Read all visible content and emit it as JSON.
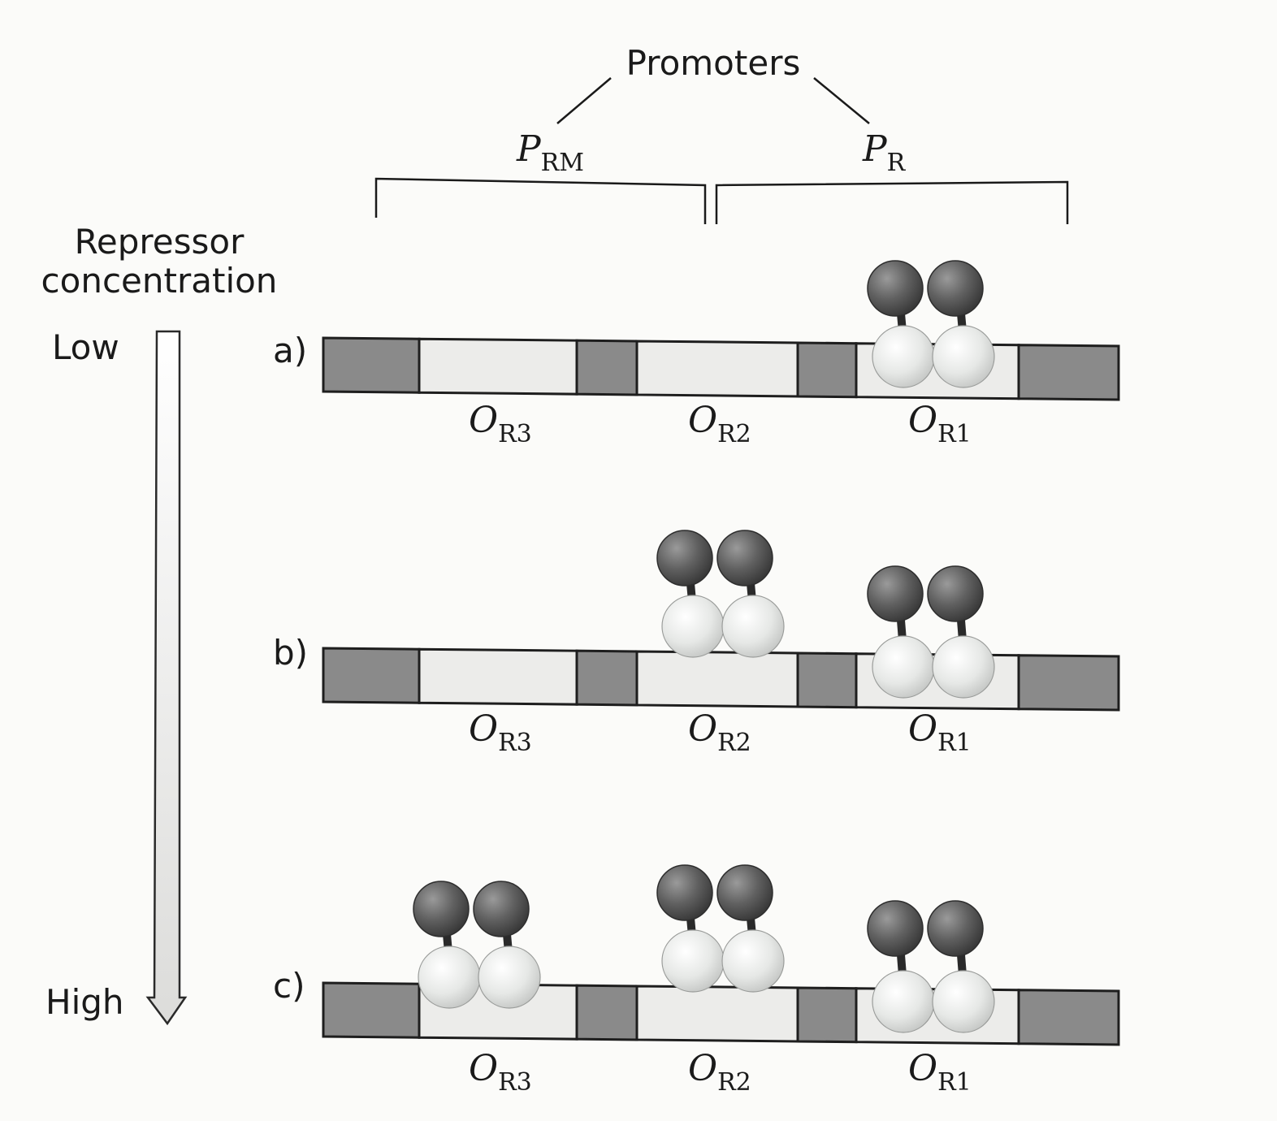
{
  "header": {
    "title": "Promoters",
    "promoter_left": {
      "main": "P",
      "sub": "RM"
    },
    "promoter_right": {
      "main": "P",
      "sub": "R"
    }
  },
  "axis": {
    "label_line1": "Repressor",
    "label_line2": "concentration",
    "low": "Low",
    "high": "High"
  },
  "rows": [
    {
      "label": "a)",
      "operators": [
        {
          "main": "O",
          "sub": "R3"
        },
        {
          "main": "O",
          "sub": "R2"
        },
        {
          "main": "O",
          "sub": "R1"
        }
      ],
      "bound_operators": [
        "OR1"
      ]
    },
    {
      "label": "b)",
      "operators": [
        {
          "main": "O",
          "sub": "R3"
        },
        {
          "main": "O",
          "sub": "R2"
        },
        {
          "main": "O",
          "sub": "R1"
        }
      ],
      "bound_operators": [
        "OR2",
        "OR1"
      ]
    },
    {
      "label": "c)",
      "operators": [
        {
          "main": "O",
          "sub": "R3"
        },
        {
          "main": "O",
          "sub": "R2"
        },
        {
          "main": "O",
          "sub": "R1"
        }
      ],
      "bound_operators": [
        "OR3",
        "OR2",
        "OR1"
      ]
    }
  ],
  "colors": {
    "dna_dark": "#8a8a8a",
    "dna_light": "#ececea",
    "outline": "#1e1e1e",
    "repressor_dark": "#555555",
    "repressor_light": "#e4e6e4"
  }
}
